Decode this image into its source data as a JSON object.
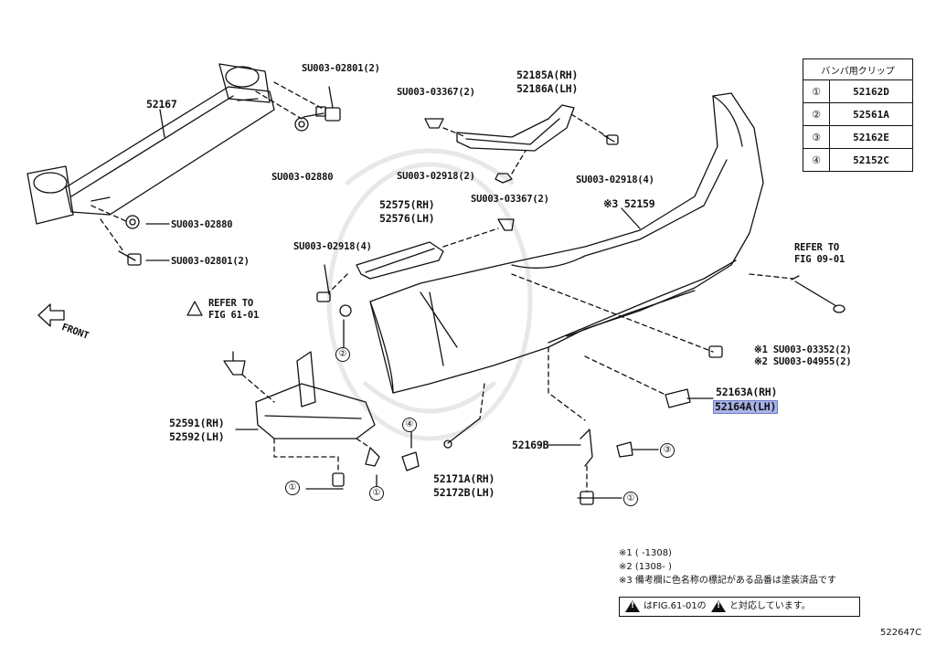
{
  "table": {
    "header": "バンパ用クリップ",
    "rows": [
      {
        "num": "①",
        "part": "52162D"
      },
      {
        "num": "②",
        "part": "52561A"
      },
      {
        "num": "③",
        "part": "52162E"
      },
      {
        "num": "④",
        "part": "52152C"
      }
    ]
  },
  "labels": {
    "p52167": "52167",
    "su02801_top": "SU003-02801(2)",
    "su02880_a": "SU003-02880",
    "su02880_b": "SU003-02880",
    "su02801_bot": "SU003-02801(2)",
    "su03367_a": "SU003-03367(2)",
    "p52185": "52185A(RH)",
    "p52186": "52186A(LH)",
    "su02918_a": "SU003-02918(2)",
    "su02918_b": "SU003-02918(4)",
    "su03367_b": "SU003-03367(2)",
    "p52575": "52575(RH)",
    "p52576": "52576(LH)",
    "p52159": "※3 52159",
    "su02918_c": "SU003-02918(4)",
    "refer_a_1": "REFER TO",
    "refer_a_2": "FIG 09-01",
    "refer_b_1": "REFER TO",
    "refer_b_2": "FIG 61-01",
    "front": "FRONT",
    "note1_part": "※1 SU003-03352(2)",
    "note2_part": "※2 SU003-04955(2)",
    "p52163": "52163A(RH)",
    "p52164": "52164A(LH)",
    "p52591": "52591(RH)",
    "p52592": "52592(LH)",
    "p52169": "52169B",
    "p52171": "52171A(RH)",
    "p52172": "52172B(LH)"
  },
  "circles": {
    "c1": "①",
    "c2": "②",
    "c3": "③",
    "c4": "④"
  },
  "notes": {
    "n1": "※1 (       -1308)",
    "n2": "※2 (1308-       )",
    "n3": "※3 備考欄に色名称の標記がある品番は塗装済品です",
    "box_a": "はFIG.61-01の",
    "box_b": "と対応しています。"
  },
  "fig_code": "522647C"
}
